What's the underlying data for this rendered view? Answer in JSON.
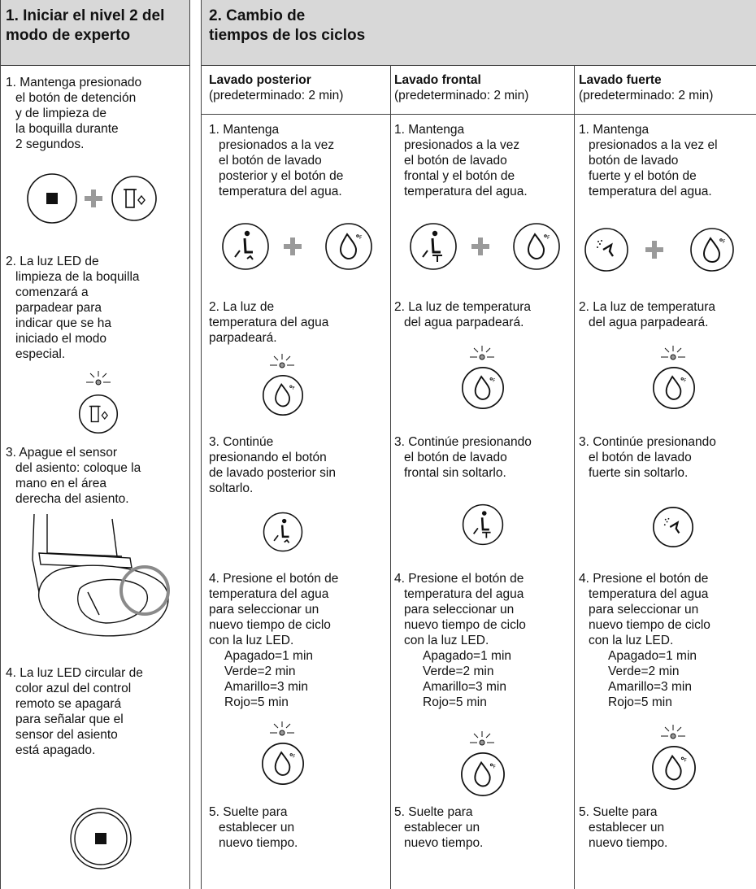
{
  "left": {
    "heading": "1. Iniciar el nivel 2 del\nmodo de experto",
    "steps": [
      "1. Mantenga presionado\nel botón de detención\ny de limpieza de\nla boquilla durante\n2 segundos.",
      "2. La luz LED de\nlimpieza de la boquilla\ncomenzará a\nparpadear para\nindicar que se ha\niniciado el modo\nespecial.",
      "3. Apague el sensor\ndel asiento: coloque la\nmano en el área\nderecha del asiento.",
      "4. La luz LED circular de\ncolor azul del control\nremoto se apagará\npara señalar que el\nsensor del asiento\nestá apagado."
    ]
  },
  "right": {
    "heading": "2. Cambio de\ntiempos de los ciclos",
    "columns": [
      {
        "title": "Lavado posterior",
        "default": "(predeterminado: 2 min)",
        "step1": "1. Mantenga\npresionados a la vez\nel botón de lavado\nposterior y el botón de\ntemperatura del agua.",
        "step2": "2.  La luz de\ntemperatura del agua\nparpadeará.",
        "step3": "3.  Continúe\npresionando el botón\nde lavado posterior sin\nsoltarlo.",
        "step4": "4.  Presione el botón de\ntemperatura del agua\npara seleccionar un\nnuevo tiempo de ciclo\ncon la luz LED.",
        "step5": "5.  Suelte para\nestablecer un\nnuevo tiempo."
      },
      {
        "title": "Lavado frontal",
        "default": "(predeterminado: 2 min)",
        "step1": "1. Mantenga\npresionados a la vez\nel botón de lavado\nfrontal y el botón de\ntemperatura del agua.",
        "step2": "2. La luz de temperatura\ndel agua parpadeará.",
        "step3": "3. Continúe presionando\nel botón de lavado\nfrontal sin soltarlo.",
        "step4": "4. Presione el botón de\ntemperatura del agua\npara seleccionar un\nnuevo tiempo de ciclo\ncon la luz LED.",
        "step5": "5. Suelte para\nestablecer un\nnuevo tiempo."
      },
      {
        "title": "Lavado fuerte",
        "default": "(predeterminado: 2 min)",
        "step1": "1. Mantenga\npresionados a la vez el\nbotón de lavado\nfuerte y el botón de\ntemperatura del agua.",
        "step2": "2. La luz de temperatura\ndel agua parpadeará.",
        "step3": "3. Continúe presionando\nel botón de lavado\nfuerte sin soltarlo.",
        "step4": "4. Presione el botón de\ntemperatura del agua\npara seleccionar un\nnuevo tiempo de ciclo\ncon la luz LED.",
        "step5": "5. Suelte para\nestablecer un\nnuevo tiempo."
      }
    ],
    "timings": "Apagado=1 min\nVerde=2 min\nAmarillo=3 min\nRojo=5 min"
  },
  "colors": {
    "header_bg": "#d8d8d8",
    "line": "#444444",
    "plus": "#9a9a9a"
  },
  "icons": [
    "stop-button-icon",
    "nozzle-cleaning-icon",
    "rear-wash-icon",
    "front-wash-icon",
    "strong-wash-icon",
    "water-temperature-icon",
    "blink-indicator-icon",
    "toilet-seat-sensor-icon"
  ]
}
